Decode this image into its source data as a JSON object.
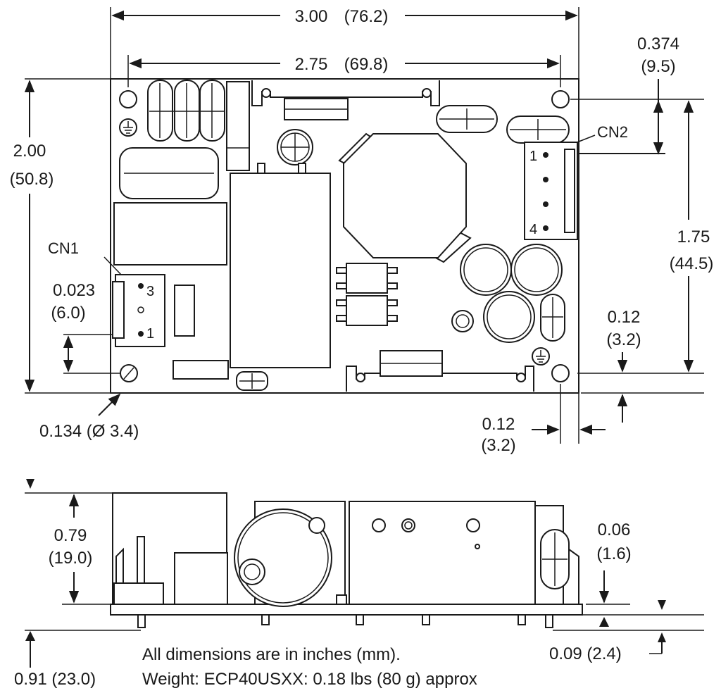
{
  "top_view": {
    "overall_width": {
      "in": "3.00",
      "mm": "(76.2)"
    },
    "hole_spacing_width": {
      "in": "2.75",
      "mm": "(69.8)"
    },
    "top_hole_offset": {
      "in": "0.374",
      "mm": "(9.5)"
    },
    "overall_height": {
      "in": "2.00",
      "mm": "(50.8)"
    },
    "hole_spacing_height": {
      "in": "1.75",
      "mm": "(44.5)"
    },
    "right_hole_vertical_offset": {
      "in": "0.12",
      "mm": "(3.2)"
    },
    "right_hole_horizontal_offset": {
      "in": "0.12",
      "mm": "(3.2)"
    },
    "cn1_offset": {
      "in": "0.023",
      "mm": "(6.0)"
    },
    "hole_diameter": {
      "text": "0.134 (Ø 3.4)"
    },
    "connectors": {
      "cn1": {
        "label": "CN1",
        "pin_a": "3",
        "pin_b": "1"
      },
      "cn2": {
        "label": "CN2",
        "pin_a": "1",
        "pin_b": "4"
      }
    }
  },
  "side_view": {
    "component_height": {
      "in": "0.79",
      "mm": "(19.0)"
    },
    "board_thickness": {
      "in": "0.06",
      "mm": "(1.6)"
    },
    "pin_length": {
      "text": "0.09 (2.4)"
    },
    "overall_height": {
      "text": "0.91 (23.0)"
    }
  },
  "notes": {
    "units": "All dimensions are in inches (mm).",
    "weight": "Weight: ECP40USXX: 0.18 lbs (80 g) approx"
  }
}
